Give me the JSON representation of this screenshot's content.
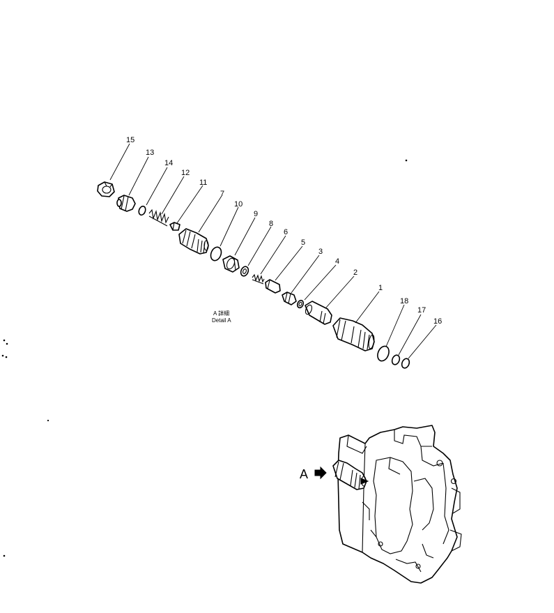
{
  "diagram": {
    "parts": [
      {
        "number": "15"
      },
      {
        "number": "13"
      },
      {
        "number": "14"
      },
      {
        "number": "12"
      },
      {
        "number": "11"
      },
      {
        "number": "7"
      },
      {
        "number": "10"
      },
      {
        "number": "9"
      },
      {
        "number": "8"
      },
      {
        "number": "6"
      },
      {
        "number": "5"
      },
      {
        "number": "3"
      },
      {
        "number": "4"
      },
      {
        "number": "2"
      },
      {
        "number": "1"
      },
      {
        "number": "18"
      },
      {
        "number": "17"
      },
      {
        "number": "16"
      }
    ],
    "detail_caption": {
      "jp": "A 詳細",
      "en": "Detail  A"
    },
    "callout_letter": "A"
  }
}
